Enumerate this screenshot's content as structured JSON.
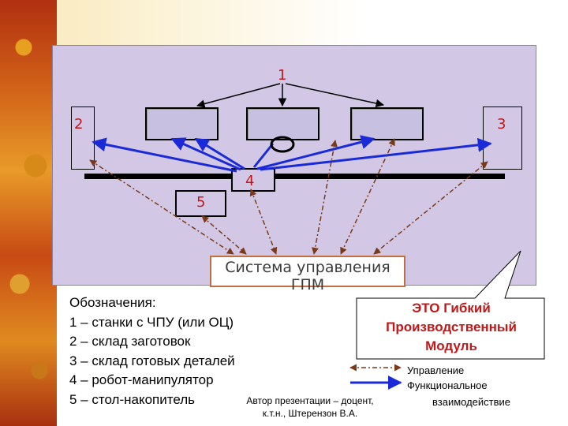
{
  "diagram": {
    "labels": {
      "n1": "1",
      "n2": "2",
      "n3": "3",
      "n4": "4",
      "n5": "5"
    },
    "control_system": "Система управления ГПМ"
  },
  "legend": {
    "title": "Обозначения:",
    "items": [
      "1 – станки с ЧПУ (или ОЦ)",
      "2 – склад заготовок",
      "3 – склад готовых деталей",
      "4 – робот-манипулятор",
      "5 – стол-накопитель"
    ]
  },
  "author": {
    "line1": "Автор презентации – доцент,",
    "line2": "к.т.н., Штерензон В.А."
  },
  "callout": {
    "line1": "ЭТО Гибкий",
    "line2": "Производственный",
    "line3": "Модуль"
  },
  "key": {
    "control": "Управление",
    "functional_line1": "Функциональное",
    "functional_line2": "взаимодействие"
  },
  "colors": {
    "blue_arrow": "#1a2ad8",
    "control_arrow": "#7a3a1a",
    "label_red": "#c01818",
    "panel": "#d2c8e6"
  }
}
